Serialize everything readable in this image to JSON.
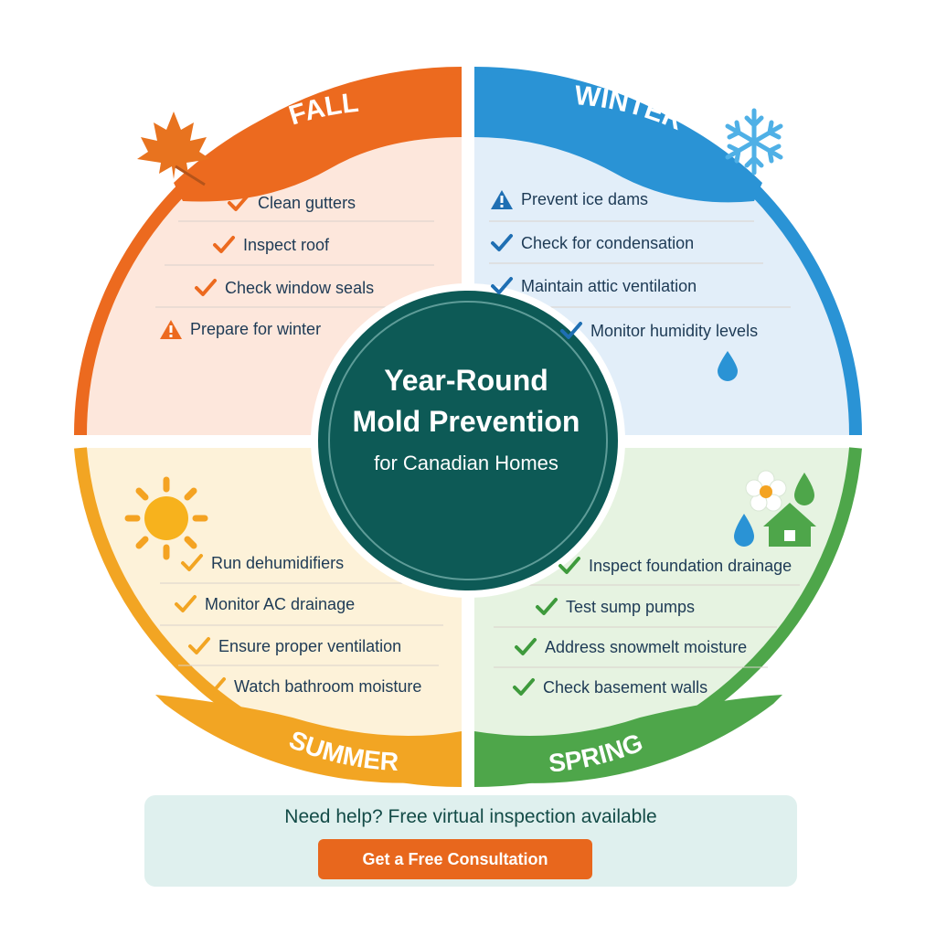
{
  "center": {
    "title_line1": "Year-Round",
    "title_line2": "Mold Prevention",
    "subtitle": "for Canadian Homes"
  },
  "seasons": {
    "fall": {
      "label": "FALL",
      "color": "#ec6a1f",
      "items": [
        "Clean gutters",
        "Inspect roof",
        "Check window seals",
        "Prepare for winter"
      ],
      "icons": [
        "check-icon",
        "check-icon",
        "check-icon",
        "warning-icon"
      ]
    },
    "winter": {
      "label": "WINTER",
      "color": "#2a93d5",
      "items": [
        "Prevent ice dams",
        "Check for condensation",
        "Maintain attic ventilation",
        "Monitor humidity levels"
      ],
      "icons": [
        "warning-icon",
        "check-icon",
        "check-icon",
        "check-icon"
      ]
    },
    "summer": {
      "label": "SUMMER",
      "color": "#f2a523",
      "items": [
        "Run dehumidifiers",
        "Monitor AC drainage",
        "Ensure proper ventilation",
        "Watch bathroom moisture"
      ],
      "icons": [
        "check-icon",
        "check-icon",
        "check-icon",
        "check-icon"
      ]
    },
    "spring": {
      "label": "SPRING",
      "color": "#4ea64a",
      "items": [
        "Inspect foundation drainage",
        "Test sump pumps",
        "Address snowmelt moisture",
        "Check basement walls"
      ],
      "icons": [
        "check-icon",
        "check-icon",
        "check-icon",
        "check-icon"
      ]
    }
  },
  "icons": {
    "fall": "maple-leaf-icon",
    "winter": "snowflake-icon",
    "summer": "sun-icon",
    "spring": "flower-house-icon",
    "humidity": "water-drop-icon"
  },
  "cta": {
    "text": "Need help? Free virtual inspection available",
    "button": "Get a Free Consultation"
  },
  "colors": {
    "center": "#0d5a56",
    "fall_fill": "#fde7dc",
    "winter_fill": "#e2eef9",
    "summer_fill": "#fdf2d9",
    "spring_fill": "#e6f3e1",
    "cta_button": "#e8671d",
    "cta_background": "#dff0ee"
  }
}
